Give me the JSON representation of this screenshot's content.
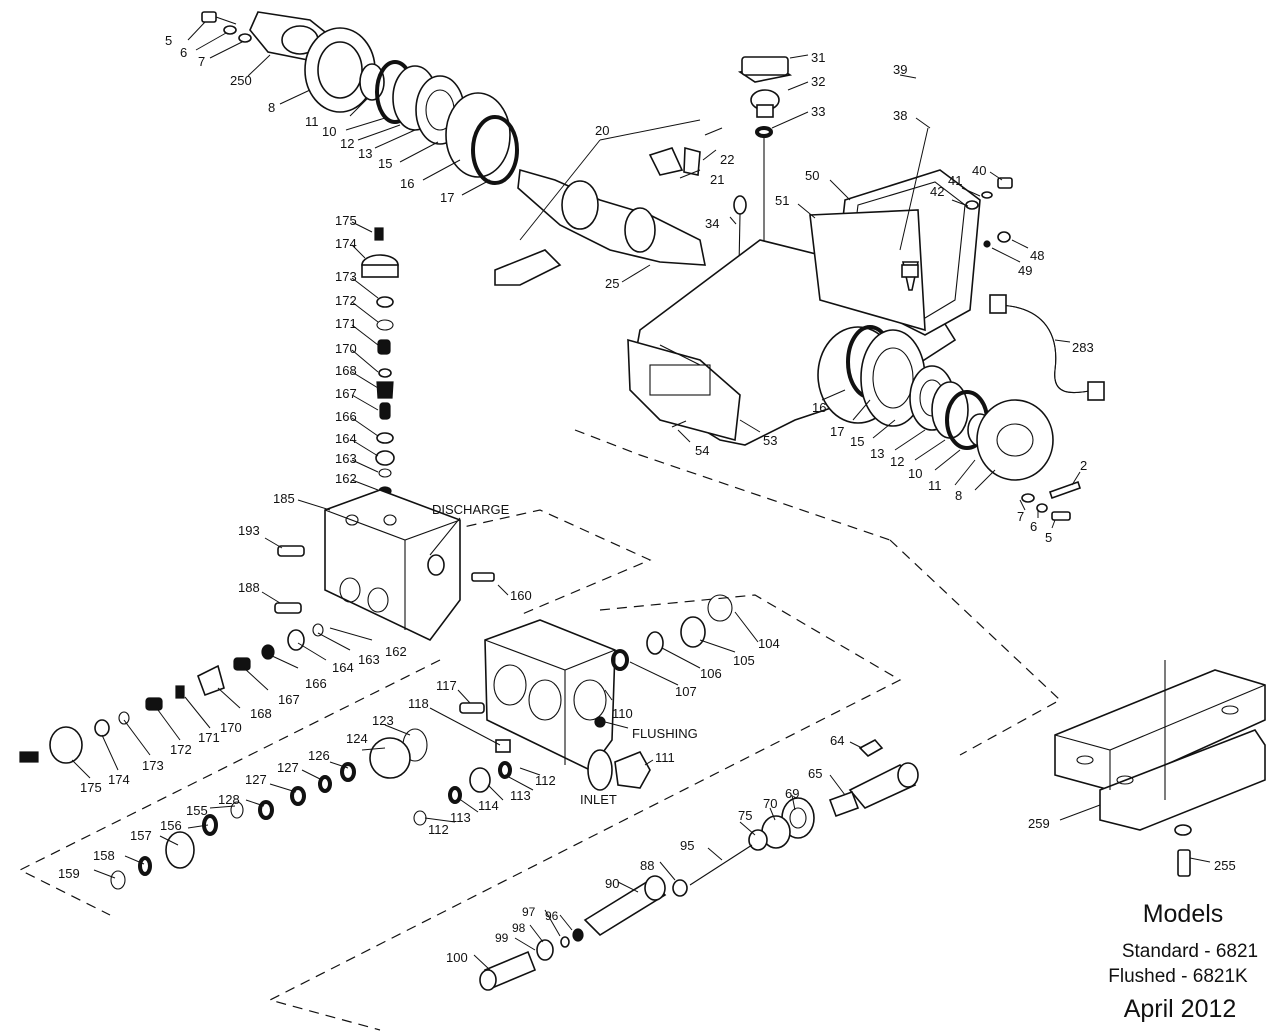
{
  "labels": {
    "discharge": "DISCHARGE",
    "flushing": "FLUSHING",
    "inlet": "INLET"
  },
  "part_numbers": [
    "5",
    "6",
    "7",
    "250",
    "8",
    "11",
    "10",
    "12",
    "13",
    "15",
    "16",
    "17",
    "20",
    "21",
    "22",
    "25",
    "31",
    "32",
    "33",
    "34",
    "39",
    "38",
    "40",
    "41",
    "42",
    "50",
    "51",
    "48",
    "49",
    "283",
    "53",
    "54",
    "2",
    "175",
    "174",
    "173",
    "172",
    "171",
    "170",
    "168",
    "167",
    "166",
    "164",
    "163",
    "162",
    "185",
    "193",
    "188",
    "160",
    "117",
    "118",
    "123",
    "124",
    "126",
    "127",
    "128",
    "155",
    "156",
    "157",
    "158",
    "159",
    "110",
    "111",
    "112",
    "113",
    "114",
    "104",
    "105",
    "106",
    "107",
    "64",
    "65",
    "69",
    "70",
    "75",
    "95",
    "88",
    "90",
    "96",
    "97",
    "98",
    "99",
    "100",
    "259",
    "255"
  ],
  "caption": {
    "models": "Models",
    "standard": "Standard - 6821",
    "flushed": "Flushed - 6821K",
    "date": "April 2012"
  }
}
